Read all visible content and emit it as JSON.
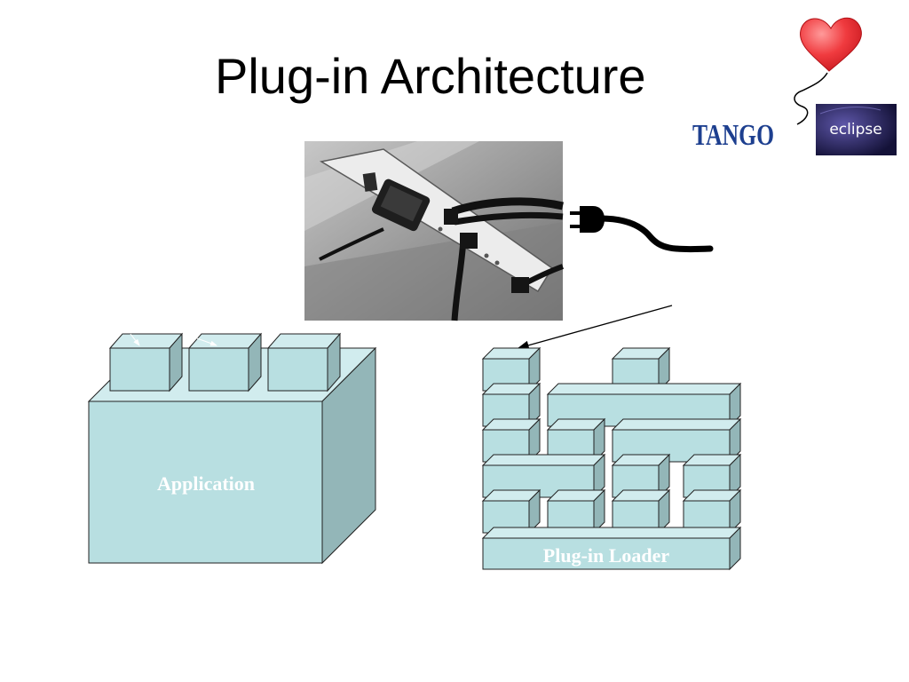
{
  "slide": {
    "title": "Plug-in Architecture"
  },
  "diagram": {
    "application_label": "Application",
    "loader_label": "Plug-in Loader"
  },
  "logos": {
    "tango": "TANGO",
    "eclipse": "eclipse"
  },
  "colors": {
    "block_front": "#b8dfe1",
    "block_top": "#d1ecee",
    "block_side": "#93b6b8",
    "heart": "#e8333a",
    "tango_text": "#1d3f8f",
    "eclipse_bg": "#1c1a4a"
  }
}
